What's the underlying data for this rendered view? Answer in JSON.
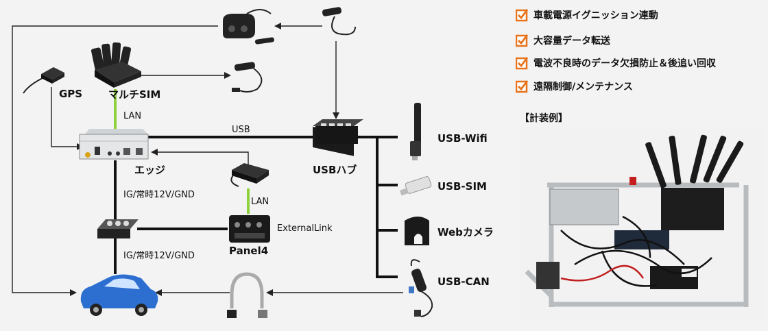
{
  "features": [
    "車載電源イグニッション連動",
    "大容量データ転送",
    "電波不良時のデータ欠損防止＆後追い回収",
    "遠隔制御/メンテナンス"
  ],
  "photo_title": "【計装例】",
  "devices": {
    "gps": "GPS",
    "multi_sim": "マルチSIM",
    "edge": "エッジ",
    "usb_hub": "USBハブ",
    "usb_wifi": "USB-Wifi",
    "usb_sim": "USB-SIM",
    "web_camera": "Webカメラ",
    "usb_can": "USB-CAN",
    "panel4": "Panel4"
  },
  "connections": {
    "lan_top": "LAN",
    "usb": "USB",
    "power_top": "IG/常時12V/GND",
    "power_bottom": "IG/常時12V/GND",
    "lan_panel": "LAN",
    "external_link": "ExternalLink"
  },
  "colors": {
    "lan": "#8fd13c",
    "check_orange": "#e8731a",
    "car_blue": "#2d6fd0"
  }
}
